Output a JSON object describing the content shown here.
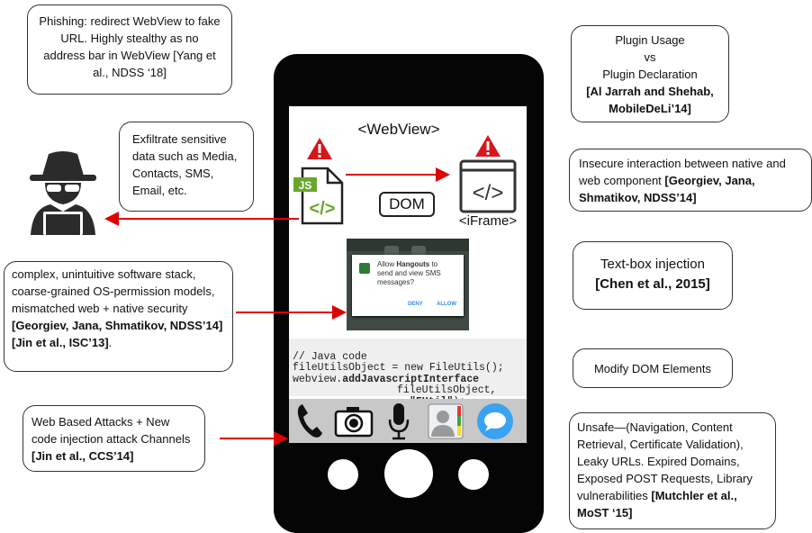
{
  "notes": {
    "phishing": {
      "text": "Phishing: redirect WebView to fake URL. Highly stealthy as no address bar in WebView [Yang et al., NDSS ‘18]"
    },
    "plugin": {
      "line1": "Plugin Usage",
      "line2": "vs",
      "line3": "Plugin Declaration",
      "cite": "[Al Jarrah and Shehab, MobileDeLi’14]"
    },
    "exfiltrate": {
      "text": "Exfiltrate sensitive data such as Media, Contacts, SMS, Email, etc."
    },
    "insecure": {
      "text": "Insecure interaction between native and web component ",
      "cite": "[Georgiev, Jana, Shmatikov, NDSS’14]"
    },
    "textbox": {
      "title": "Text-box injection",
      "cite": "[Chen et al., 2015]"
    },
    "complex": {
      "text": "complex, unintuitive software stack, coarse-grained OS-permission models, mismatched web + native security ",
      "cite1": "[Georgiev, Jana, Shmatikov, NDSS’14] [Jin et al., ISC’13]",
      "tail": "."
    },
    "modify": {
      "text": "Modify DOM Elements"
    },
    "webattacks": {
      "text": "Web Based Attacks + New code injection attack Channels ",
      "cite": "[Jin et al., CCS’14]"
    },
    "unsafe": {
      "text": "Unsafe—(Navigation, Content Retrieval, Certificate Validation), Leaky URLs. Expired Domains, Exposed POST Requests, Library vulnerabilities ",
      "cite": "[Mutchler et al., MoST ‘15]"
    }
  },
  "screen": {
    "webview_label": "<WebView>",
    "dom_label": "DOM",
    "iframe_label": "<iFrame>",
    "js_badge": "JS",
    "iframe_glyph": "</>",
    "dialog": {
      "title_pre": "Allow ",
      "title_bold": "Hangouts",
      "title_post": " to",
      "line2": "send and view SMS",
      "line3": "messages?",
      "deny": "DENY",
      "allow": "ALLOW"
    },
    "code": {
      "line1": "// Java code",
      "line2": "fileUtilsObject = new FileUtils();",
      "line3_pre": "webview.",
      "line3_bold": "addJavascriptInterface",
      "line4": "fileUtilsObject,",
      "line5_bold": "\"FUtil\"",
      "line5_post": ");"
    }
  },
  "dock_icons": [
    "phone-icon",
    "camera-icon",
    "microphone-icon",
    "contacts-icon",
    "messages-icon"
  ],
  "colors": {
    "arrow": "#e00000",
    "warning": "#d6171d",
    "js_green": "#6aa62a",
    "dialog_green": "#2e7d32",
    "dialog_blue": "#2a8ee8"
  }
}
